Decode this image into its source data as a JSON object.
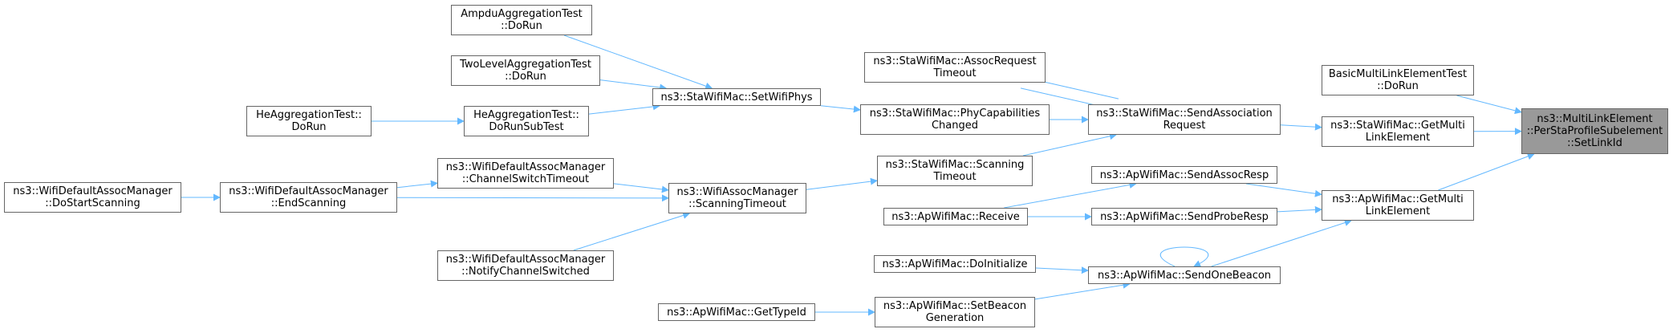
{
  "graph": {
    "colors": {
      "edge": "#63b8ff",
      "border": "#666666",
      "focus_fill": "#999999",
      "node_fill": "#ffffff"
    },
    "nodes": {
      "setlinkid": {
        "lines": [
          "ns3::MultiLinkElement",
          "::PerStaProfileSubelement",
          "::SetLinkId"
        ]
      },
      "basicmle_dorun": {
        "lines": [
          "BasicMultiLinkElementTest",
          "::DoRun"
        ]
      },
      "sta_getmulti": {
        "lines": [
          "ns3::StaWifiMac::GetMulti",
          "LinkElement"
        ]
      },
      "ap_getmulti": {
        "lines": [
          "ns3::ApWifiMac::GetMulti",
          "LinkElement"
        ]
      },
      "sta_sendassoc": {
        "lines": [
          "ns3::StaWifiMac::SendAssociation",
          "Request"
        ]
      },
      "ap_sendassocresp": {
        "lines": [
          "ns3::ApWifiMac::SendAssocResp"
        ]
      },
      "ap_sendproberesp": {
        "lines": [
          "ns3::ApWifiMac::SendProbeResp"
        ]
      },
      "ap_sendonebeacon": {
        "lines": [
          "ns3::ApWifiMac::SendOneBeacon"
        ]
      },
      "sta_assocreqtimeout": {
        "lines": [
          "ns3::StaWifiMac::AssocRequest",
          "Timeout"
        ]
      },
      "sta_phycap": {
        "lines": [
          "ns3::StaWifiMac::PhyCapabilities",
          "Changed"
        ]
      },
      "sta_scantimeout": {
        "lines": [
          "ns3::StaWifiMac::Scanning",
          "Timeout"
        ]
      },
      "ap_receive": {
        "lines": [
          "ns3::ApWifiMac::Receive"
        ]
      },
      "ap_doinit": {
        "lines": [
          "ns3::ApWifiMac::DoInitialize"
        ]
      },
      "ap_setbeacon": {
        "lines": [
          "ns3::ApWifiMac::SetBeacon",
          "Generation"
        ]
      },
      "ap_gettypeid": {
        "lines": [
          "ns3::ApWifiMac::GetTypeId"
        ]
      },
      "sta_setwifiphys": {
        "lines": [
          "ns3::StaWifiMac::SetWifiPhys"
        ]
      },
      "assocmgr_scantimeout": {
        "lines": [
          "ns3::WifiAssocManager",
          "::ScanningTimeout"
        ]
      },
      "ampdu_dorun": {
        "lines": [
          "AmpduAggregationTest",
          "::DoRun"
        ]
      },
      "twolevel_dorun": {
        "lines": [
          "TwoLevelAggregationTest",
          "::DoRun"
        ]
      },
      "he_dorunsub": {
        "lines": [
          "HeAggregationTest::",
          "DoRunSubTest"
        ]
      },
      "he_dorun": {
        "lines": [
          "HeAggregationTest::",
          "DoRun"
        ]
      },
      "defmgr_chswitch": {
        "lines": [
          "ns3::WifiDefaultAssocManager",
          "::ChannelSwitchTimeout"
        ]
      },
      "defmgr_endscan": {
        "lines": [
          "ns3::WifiDefaultAssocManager",
          "::EndScanning"
        ]
      },
      "defmgr_notify": {
        "lines": [
          "ns3::WifiDefaultAssocManager",
          "::NotifyChannelSwitched"
        ]
      },
      "defmgr_dostart": {
        "lines": [
          "ns3::WifiDefaultAssocManager",
          "::DoStartScanning"
        ]
      }
    },
    "edges": [
      [
        "basicmle_dorun",
        "setlinkid"
      ],
      [
        "sta_getmulti",
        "setlinkid"
      ],
      [
        "ap_getmulti",
        "setlinkid"
      ],
      [
        "sta_sendassoc",
        "sta_getmulti"
      ],
      [
        "ap_sendassocresp",
        "ap_getmulti"
      ],
      [
        "ap_sendproberesp",
        "ap_getmulti"
      ],
      [
        "ap_sendonebeacon",
        "ap_getmulti"
      ],
      [
        "sta_sendassoc",
        "sta_assocreqtimeout"
      ],
      [
        "sta_assocreqtimeout",
        "sta_sendassoc"
      ],
      [
        "sta_phycap",
        "sta_sendassoc"
      ],
      [
        "sta_scantimeout",
        "sta_sendassoc"
      ],
      [
        "ap_receive",
        "ap_sendassocresp"
      ],
      [
        "ap_receive",
        "ap_sendproberesp"
      ],
      [
        "ap_doinit",
        "ap_sendonebeacon"
      ],
      [
        "ap_setbeacon",
        "ap_sendonebeacon"
      ],
      [
        "ap_sendonebeacon",
        "ap_sendonebeacon"
      ],
      [
        "ap_gettypeid",
        "ap_setbeacon"
      ],
      [
        "sta_setwifiphys",
        "sta_phycap"
      ],
      [
        "assocmgr_scantimeout",
        "sta_scantimeout"
      ],
      [
        "ampdu_dorun",
        "sta_setwifiphys"
      ],
      [
        "twolevel_dorun",
        "sta_setwifiphys"
      ],
      [
        "he_dorunsub",
        "sta_setwifiphys"
      ],
      [
        "he_dorun",
        "he_dorunsub"
      ],
      [
        "defmgr_chswitch",
        "assocmgr_scantimeout"
      ],
      [
        "defmgr_endscan",
        "assocmgr_scantimeout"
      ],
      [
        "defmgr_notify",
        "assocmgr_scantimeout"
      ],
      [
        "defmgr_endscan",
        "defmgr_chswitch"
      ],
      [
        "defmgr_dostart",
        "defmgr_endscan"
      ]
    ]
  }
}
